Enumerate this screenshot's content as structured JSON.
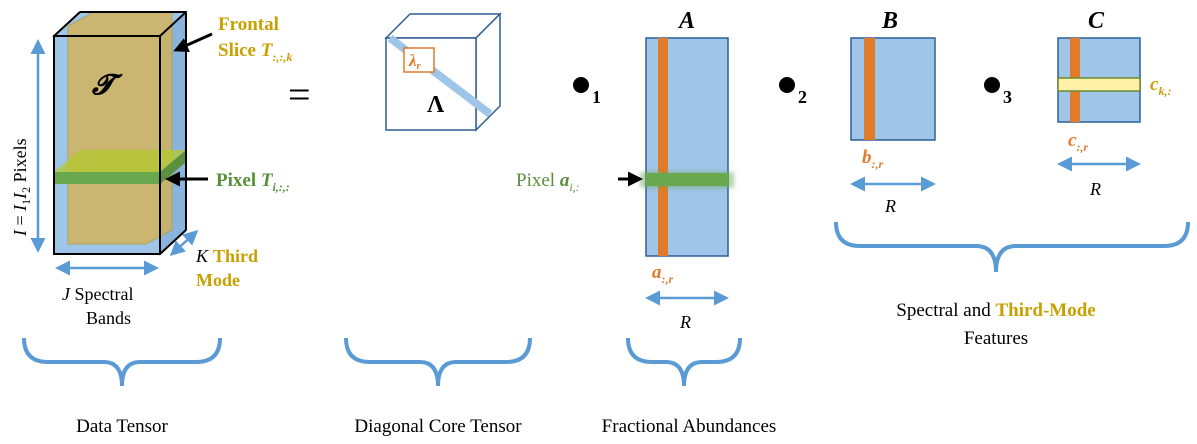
{
  "colors": {
    "blue_fill": "#9fc5e8",
    "blue_stroke": "#2f5e96",
    "brace": "#5b9bd5",
    "yellow_fill": "#d9b24a",
    "gold_text": "#c8a000",
    "green": "#6aa84f",
    "green_text": "#5a8f3a",
    "orange": "#e07b2a",
    "yellow_light": "#fff2a8",
    "black": "#000000"
  },
  "tensor": {
    "symbol": "𝓣",
    "frontal_label_1": "Frontal",
    "frontal_label_2": "Slice ",
    "frontal_sym": "T",
    "frontal_sub": ":,:,k",
    "pixel_word": "Pixel ",
    "pixel_sym": "T",
    "pixel_sub": "i,:,:",
    "vertical_I": "I",
    "vertical_eq": " = ",
    "vertical_I1": "I",
    "vertical_I1_sub": "1",
    "vertical_I2": "I",
    "vertical_I2_sub": "2",
    "vertical_pixels": " Pixels",
    "k_letter": "K",
    "third_word": "Third",
    "mode_word": "Mode",
    "j_letter": "J",
    "spectral_word": " Spectral",
    "bands_word": "Bands"
  },
  "core": {
    "equals": "=",
    "lambda_r": "λ",
    "lambda_r_sub": "r",
    "Lambda": "Λ"
  },
  "operators": {
    "op1_sub": "1",
    "op2_sub": "2",
    "op3_sub": "3"
  },
  "A": {
    "title": "A",
    "pixel_word": "Pixel ",
    "pixel_sym": "a",
    "pixel_sub": "i,:",
    "col_sym": "a",
    "col_sub": ":,r",
    "R": "R"
  },
  "B": {
    "title": "B",
    "col_sym": "b",
    "col_sub": ":,r",
    "R": "R"
  },
  "C": {
    "title": "C",
    "col_sym": "c",
    "col_sub": ":,r",
    "row_sym": "c",
    "row_sub": "k,:",
    "R": "R"
  },
  "captions": {
    "data_tensor": "Data Tensor",
    "diag_core": "Diagonal Core Tensor",
    "fractional": "Fractional Abundances",
    "spectral_and": "Spectral and ",
    "third_mode": "Third-Mode",
    "features": "Features"
  }
}
